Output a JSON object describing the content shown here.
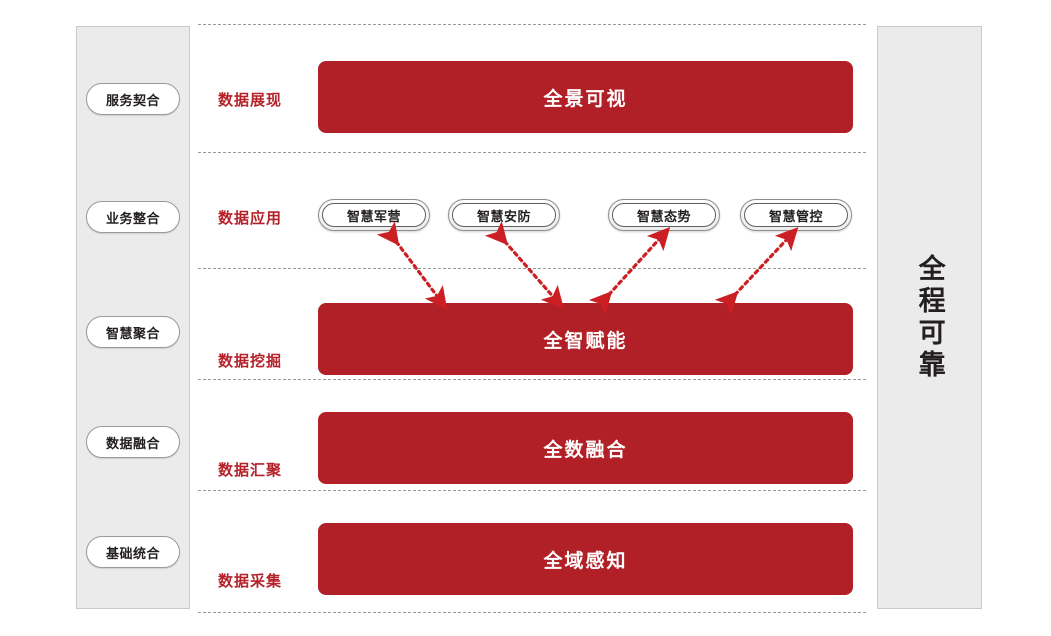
{
  "diagram": {
    "title_vertical": "全程可靠",
    "left_stages": [
      {
        "label": "服务契合"
      },
      {
        "label": "业务整合"
      },
      {
        "label": "智慧聚合"
      },
      {
        "label": "数据融合"
      },
      {
        "label": "基础统合"
      }
    ],
    "rows": [
      {
        "label": "数据展现",
        "bar": "全景可视"
      },
      {
        "label": "数据应用",
        "bar": null
      },
      {
        "label": "数据挖掘",
        "bar": "全智赋能"
      },
      {
        "label": "数据汇聚",
        "bar": "全数融合"
      },
      {
        "label": "数据采集",
        "bar": "全域感知"
      }
    ],
    "applications": [
      {
        "label": "智慧军营"
      },
      {
        "label": "智慧安防"
      },
      {
        "label": "智慧态势"
      },
      {
        "label": "智慧管控"
      }
    ],
    "colors": {
      "bar_red": "#b22027",
      "label_red": "#b4222a",
      "arrow_red": "#cc1f24",
      "panel_gray": "#ebebeb",
      "panel_border": "#c9c9c9",
      "divider_gray": "#9b9b9b",
      "text_dark": "#231f20"
    }
  }
}
